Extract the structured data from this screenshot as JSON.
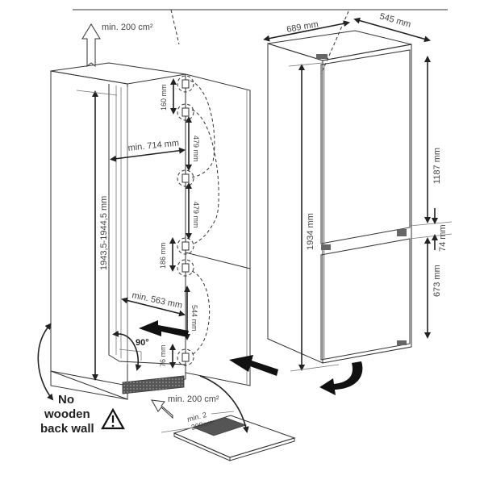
{
  "diagram": {
    "title": "Built-in fridge-freezer installation dimensions",
    "cabinet": {
      "top_vent_label": "min. 200 cm²",
      "height_label": "1943,5-1944,5 mm",
      "width_upper_label": "min. 714 mm",
      "width_lower_label": "min. 563 mm",
      "hinge_spacing_labels": [
        "160 mm",
        "479 mm",
        "479 mm",
        "186 mm",
        "544 mm",
        "76 mm"
      ],
      "door_angle_label": "90°",
      "bottom_vent_label": "min. 200 cm²",
      "floor_vent_label_line1": "min. 2",
      "floor_vent_label_line2": "200cm",
      "warning_lines": [
        "No",
        "wooden",
        "back wall"
      ]
    },
    "appliance": {
      "width_label": "689 mm",
      "depth_label": "545 mm",
      "height_label": "1934 mm",
      "upper_door_label": "1187 mm",
      "gap_label": "74 mm",
      "lower_door_label": "673 mm"
    }
  },
  "icons": {
    "warning": "warning-triangle-icon",
    "airflow": "airflow-arrow-icon",
    "insert": "insert-arrow-icon",
    "rotate": "rotate-arrow-icon"
  }
}
